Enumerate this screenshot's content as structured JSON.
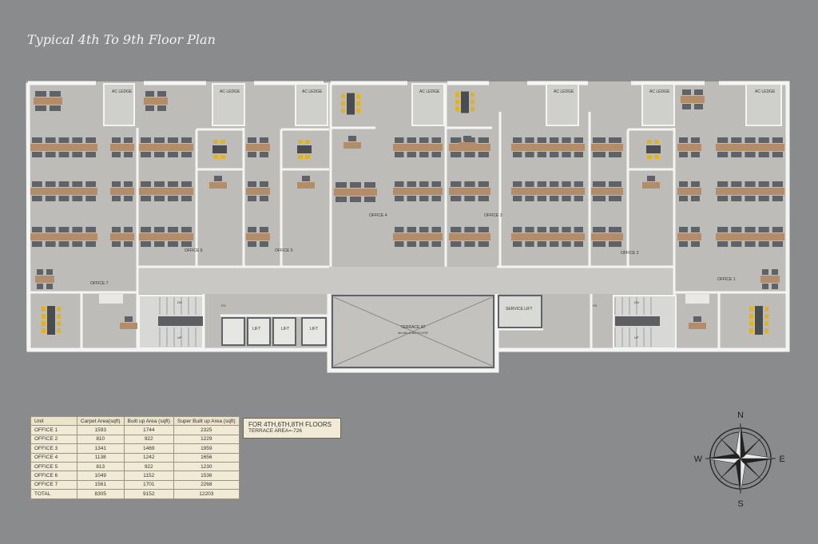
{
  "title": "Typical 4th To 9th Floor Plan",
  "colors": {
    "background": "#8a8b8d",
    "floor": "#bdbcb8",
    "wall": "#f4f4f2",
    "desk": "#b38d69",
    "chair": "#5f6266",
    "meeting_chair": "#e2b21f",
    "table_bg": "#f1ead6"
  },
  "plan_labels": {
    "ac_ledge": "AC LEDGE",
    "office_1": "OFFICE 1",
    "office_2": "OFFICE 2",
    "office_3": "OFFICE 3",
    "office_4": "OFFICE 4",
    "office_5": "OFFICE 5",
    "office_6": "OFFICE 6",
    "office_7": "OFFICE 7",
    "lift": "LIFT",
    "service_lift": "SERVICE LIFT",
    "terrace_l1": "TERRACE AT",
    "terrace_l2": "4th,6th & 8th FLOOR",
    "dn": "DN",
    "up": "UP",
    "fd": "FD"
  },
  "area_table": {
    "headers": [
      "Unit",
      "Carpet Area(sqft)",
      "Built up Area (sqft)",
      "Super Built up Area (sqft)"
    ],
    "rows": [
      [
        "OFFICE 1",
        "1593",
        "1744",
        "2325"
      ],
      [
        "OFFICE 2",
        "810",
        "922",
        "1229"
      ],
      [
        "OFFICE 3",
        "1341",
        "1469",
        "1959"
      ],
      [
        "OFFICE 4",
        "1138",
        "1242",
        "1656"
      ],
      [
        "OFFICE 5",
        "813",
        "922",
        "1230"
      ],
      [
        "OFFICE 6",
        "1049",
        "1152",
        "1536"
      ],
      [
        "OFFICE 7",
        "1561",
        "1701",
        "2268"
      ],
      [
        "TOTAL",
        "8305",
        "9152",
        "12203"
      ]
    ]
  },
  "terrace_note": {
    "line1": "FOR 4TH,6TH,8TH FLOORS",
    "line2": "TERRACE AREA=-726"
  },
  "compass": {
    "n": "N",
    "s": "S",
    "e": "E",
    "w": "W"
  }
}
